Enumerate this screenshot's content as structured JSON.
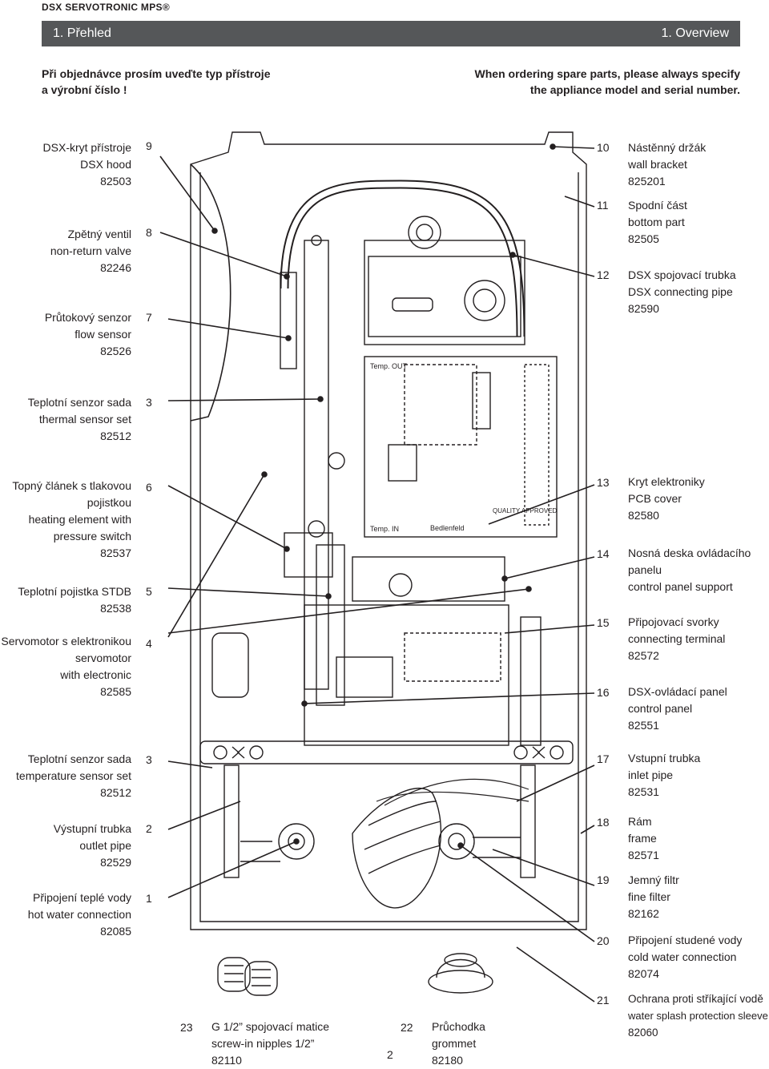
{
  "header": {
    "brand": "DSX SERVOTRONIC MPS®",
    "title_cz": "1. Přehled",
    "title_en": "1. Overview"
  },
  "notice": {
    "cz": [
      "Při objednávce prosím uveďte typ přístroje",
      "a výrobní číslo !"
    ],
    "en": [
      "When ordering spare parts, please always specify",
      "the appliance model and serial number."
    ]
  },
  "parts_left": [
    {
      "num": "9",
      "lines": [
        "DSX-kryt přístroje",
        "DSX hood",
        "82503"
      ]
    },
    {
      "num": "8",
      "lines": [
        "Zpětný ventil",
        "non-return valve",
        "82246"
      ]
    },
    {
      "num": "7",
      "lines": [
        "Průtokový senzor",
        "flow sensor",
        "82526"
      ]
    },
    {
      "num": "3",
      "lines": [
        "Teplotní senzor sada",
        "thermal sensor set",
        "82512"
      ]
    },
    {
      "num": "6",
      "lines": [
        "Topný článek s tlakovou",
        "pojistkou",
        "heating element with",
        "pressure switch",
        "82537"
      ]
    },
    {
      "num": "5",
      "lines": [
        "Teplotní pojistka STDB",
        "82538"
      ]
    },
    {
      "num": "4",
      "lines": [
        "Servomotor s elektronikou",
        "servomotor",
        "with electronic",
        "82585"
      ]
    },
    {
      "num": "3",
      "lines": [
        "Teplotní senzor sada",
        "temperature sensor set",
        "82512"
      ]
    },
    {
      "num": "2",
      "lines": [
        "Výstupní trubka",
        "outlet pipe",
        "82529"
      ]
    },
    {
      "num": "1",
      "lines": [
        "Připojení teplé vody",
        "hot water connection",
        "82085"
      ]
    }
  ],
  "parts_right": [
    {
      "num": "10",
      "lines": [
        "Nástěnný držák",
        "wall bracket",
        "825201"
      ]
    },
    {
      "num": "11",
      "lines": [
        "Spodní část",
        "bottom part",
        "82505"
      ]
    },
    {
      "num": "12",
      "lines": [
        "DSX spojovací trubka",
        "DSX connecting pipe",
        "82590"
      ]
    },
    {
      "num": "13",
      "lines": [
        "Kryt elektroniky",
        "PCB cover",
        "82580"
      ]
    },
    {
      "num": "14",
      "lines": [
        "Nosná deska ovládacího",
        "panelu",
        "control panel support"
      ]
    },
    {
      "num": "15",
      "lines": [
        "Připojovací svorky",
        "connecting terminal",
        "82572"
      ]
    },
    {
      "num": "16",
      "lines": [
        "DSX-ovládací panel",
        "control panel",
        "82551"
      ]
    },
    {
      "num": "17",
      "lines": [
        "Vstupní trubka",
        "inlet pipe",
        "82531"
      ]
    },
    {
      "num": "18",
      "lines": [
        "Rám",
        "frame",
        "82571"
      ]
    },
    {
      "num": "19",
      "lines": [
        "Jemný filtr",
        "fine filter",
        "82162"
      ]
    },
    {
      "num": "20",
      "lines": [
        "Připojení studené vody",
        "cold water connection",
        "82074"
      ]
    },
    {
      "num": "21",
      "lines": [
        "Ochrana proti stříkající vodě",
        "water splash protection sleeve",
        "82060"
      ]
    }
  ],
  "parts_bottom": [
    {
      "num": "23",
      "lines": [
        "G 1/2” spojovací matice",
        "screw-in nipples 1/2”",
        "82110"
      ]
    },
    {
      "num": "22",
      "lines": [
        "Průchodka",
        "grommet",
        "82180"
      ]
    }
  ],
  "pcb_labels": {
    "temp_out": "Temp. OUT",
    "temp_in": "Temp. IN",
    "quality": "QUALITY APPROVED",
    "maker": "Bedlenfeld"
  },
  "page_number": "2"
}
